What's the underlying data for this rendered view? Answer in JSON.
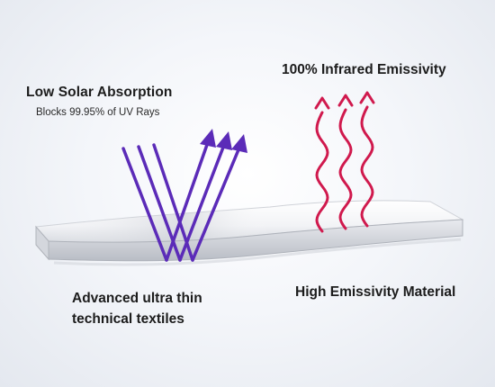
{
  "labels": {
    "low_solar_title": "Low Solar Absorption",
    "low_solar_sub": "Blocks 99.95% of UV Rays",
    "infrared_title": "100% Infrared Emissivity",
    "textiles_line1": "Advanced ultra thin",
    "textiles_line2": "technical textiles",
    "material_title": "High Emissivity Material"
  },
  "colors": {
    "uv_arrow": "#5b2bb8",
    "ir_arrow": "#d0194d",
    "sheet_edge": "#c9ccd2"
  },
  "icons": {
    "uv_rays": "reflected-uv-ray-arrows",
    "infrared": "wavy-infrared-arrows",
    "material": "curved-textile-sheet"
  }
}
